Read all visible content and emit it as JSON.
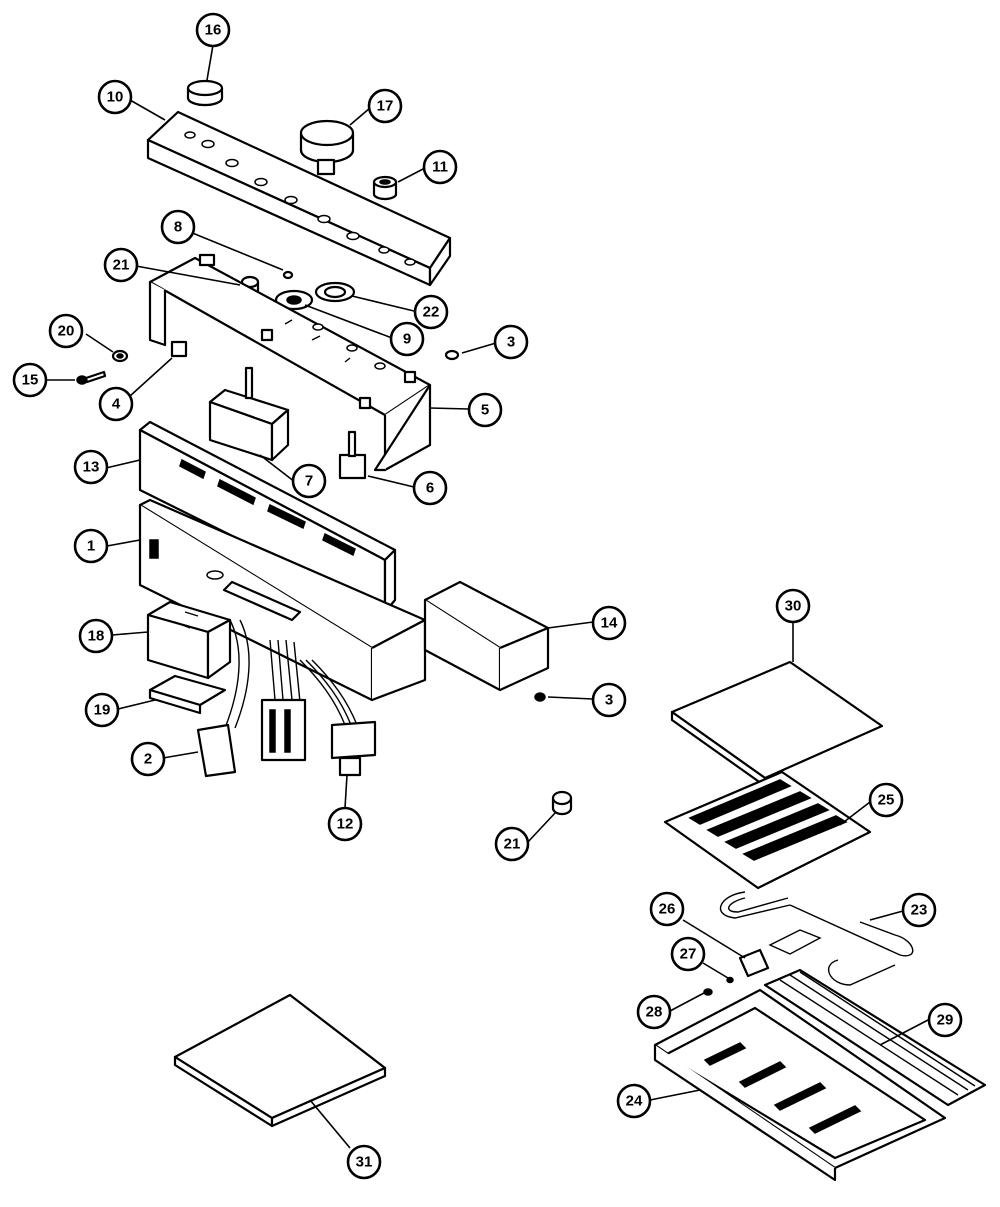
{
  "diagram": {
    "callouts": [
      {
        "id": "c16",
        "label": "16"
      },
      {
        "id": "c10",
        "label": "10"
      },
      {
        "id": "c17",
        "label": "17"
      },
      {
        "id": "c11",
        "label": "11"
      },
      {
        "id": "c8",
        "label": "8"
      },
      {
        "id": "c21a",
        "label": "21"
      },
      {
        "id": "c22",
        "label": "22"
      },
      {
        "id": "c9",
        "label": "9"
      },
      {
        "id": "c3a",
        "label": "3"
      },
      {
        "id": "c20",
        "label": "20"
      },
      {
        "id": "c15",
        "label": "15"
      },
      {
        "id": "c4",
        "label": "4"
      },
      {
        "id": "c5",
        "label": "5"
      },
      {
        "id": "c13",
        "label": "13"
      },
      {
        "id": "c7",
        "label": "7"
      },
      {
        "id": "c6",
        "label": "6"
      },
      {
        "id": "c1",
        "label": "1"
      },
      {
        "id": "c14",
        "label": "14"
      },
      {
        "id": "c18",
        "label": "18"
      },
      {
        "id": "c19",
        "label": "19"
      },
      {
        "id": "c3b",
        "label": "3"
      },
      {
        "id": "c2",
        "label": "2"
      },
      {
        "id": "c12",
        "label": "12"
      },
      {
        "id": "c21b",
        "label": "21"
      },
      {
        "id": "c30",
        "label": "30"
      },
      {
        "id": "c25",
        "label": "25"
      },
      {
        "id": "c23",
        "label": "23"
      },
      {
        "id": "c26",
        "label": "26"
      },
      {
        "id": "c27",
        "label": "27"
      },
      {
        "id": "c28",
        "label": "28"
      },
      {
        "id": "c29",
        "label": "29"
      },
      {
        "id": "c24",
        "label": "24"
      },
      {
        "id": "c31",
        "label": "31"
      }
    ]
  }
}
